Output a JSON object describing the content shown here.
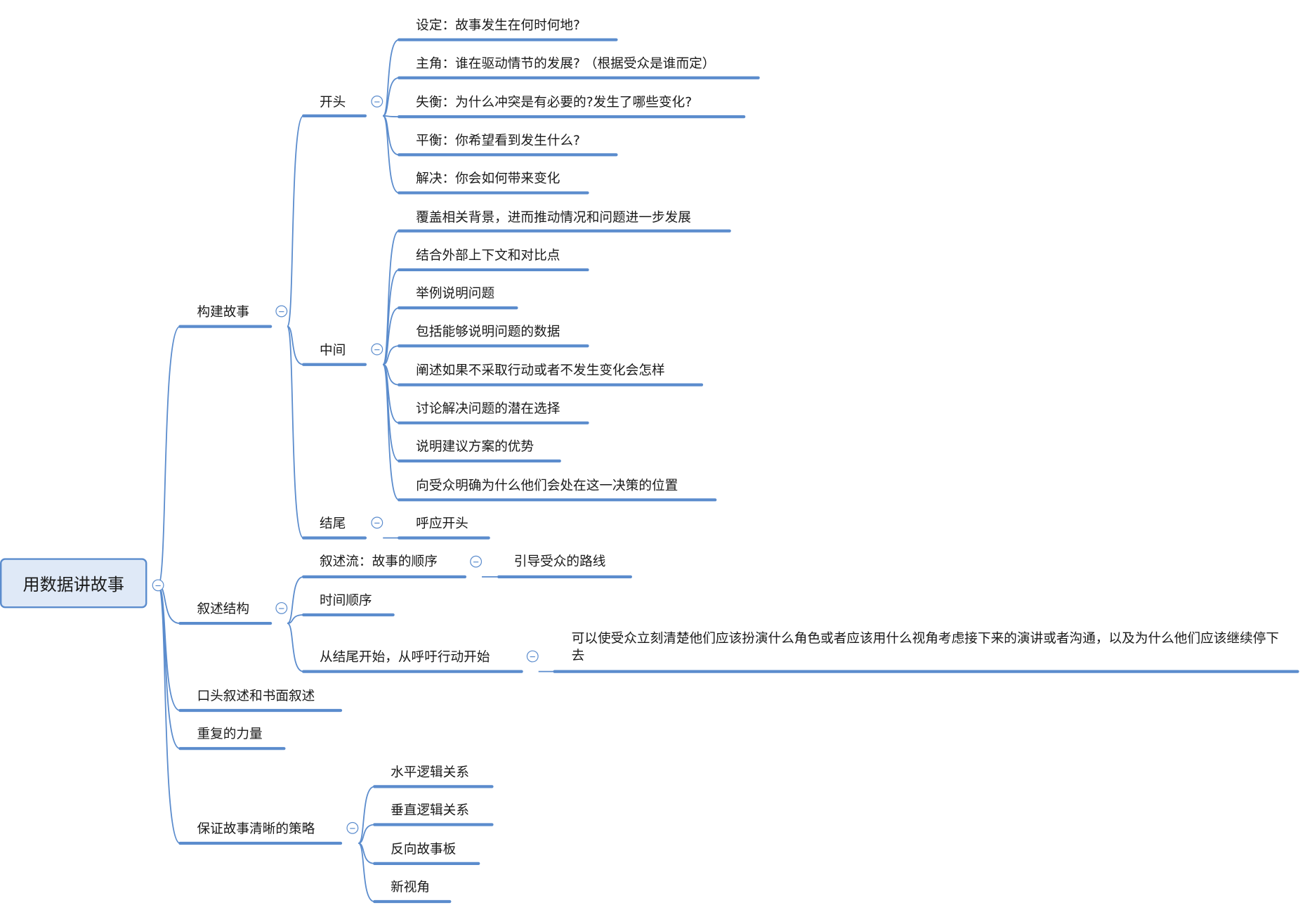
{
  "root": {
    "label": "用数据讲故事"
  },
  "branches": {
    "build": {
      "label": "构建故事",
      "opening": {
        "label": "开头",
        "items": [
          "设定：故事发生在何时何地?",
          "主角：谁在驱动情节的发展? （根据受众是谁而定）",
          "失衡：为什么冲突是有必要的?发生了哪些变化?",
          "平衡：你希望看到发生什么?",
          "解决：你会如何带来变化"
        ]
      },
      "middle": {
        "label": "中间",
        "items": [
          "覆盖相关背景，进而推动情况和问题进一步发展",
          "结合外部上下文和对比点",
          "举例说明问题",
          "包括能够说明问题的数据",
          "阐述如果不采取行动或者不发生变化会怎样",
          "讨论解决问题的潜在选择",
          "说明建议方案的优势",
          "向受众明确为什么他们会处在这一决策的位置"
        ]
      },
      "ending": {
        "label": "结尾",
        "items": [
          "呼应开头"
        ]
      }
    },
    "narrative": {
      "label": "叙述结构",
      "flow": {
        "label": "叙述流：故事的顺序",
        "child": "引导受众的路线"
      },
      "chrono": {
        "label": "时间顺序"
      },
      "from_end": {
        "label": "从结尾开始，从呼吁行动开始",
        "child": "可以使受众立刻清楚他们应该扮演什么角色或者应该用什么视角考虑接下来的演讲或者沟通，以及为什么他们应该继续停下去"
      }
    },
    "oral": {
      "label": "口头叙述和书面叙述"
    },
    "repeat": {
      "label": "重复的力量"
    },
    "clarity": {
      "label": "保证故事清晰的策略",
      "items": [
        "水平逻辑关系",
        "垂直逻辑关系",
        "反向故事板",
        "新视角"
      ]
    }
  },
  "colors": {
    "line": "#5b8ccd",
    "root_fill": "#dfe9f7",
    "text": "#1a1a1a"
  },
  "icons": {
    "toggle": "collapse-minus-icon"
  }
}
